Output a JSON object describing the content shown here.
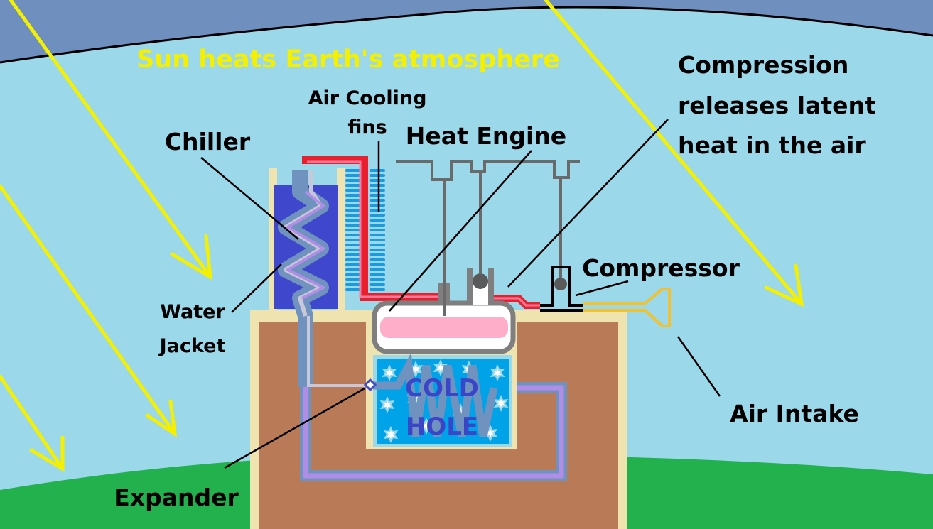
{
  "title": "Sun heats Earth's atmosphere",
  "labels": {
    "air_cooling_fins_line1": "Air Cooling",
    "air_cooling_fins_line2": "fins",
    "chiller": "Chiller",
    "heat_engine": "Heat Engine",
    "compression_line1": "Compression",
    "compression_line2": "releases latent",
    "compression_line3": "heat in the air",
    "compressor": "Compressor",
    "water_jacket_line1": "Water",
    "water_jacket_line2": "Jacket",
    "air_intake": "Air Intake",
    "expander": "Expander",
    "cold_hole_line1": "COLD",
    "cold_hole_line2": "HOLE"
  },
  "colors": {
    "space": "#6f8fbf",
    "sky": "#9ad8ea",
    "ground": "#22b14c",
    "earth_block": "#b97a57",
    "earth_border": "#efe4b0",
    "sun_rays": "#f4f000",
    "hot_pipe": "#e8202e",
    "hot_pipe_inner": "#ff7a9a",
    "cooling_fins": "#1a9be0",
    "water_jacket": "#3f48cc",
    "refrigerant_pipe": "#7092be",
    "refrigerant_inner": "#b08ee8",
    "engine_metal": "#7f7f7f",
    "engine_charge": "#ffaec9",
    "cold_hole": "#00a2e8",
    "intake": "#f2c12e",
    "cold_text": "#3a45c8"
  }
}
